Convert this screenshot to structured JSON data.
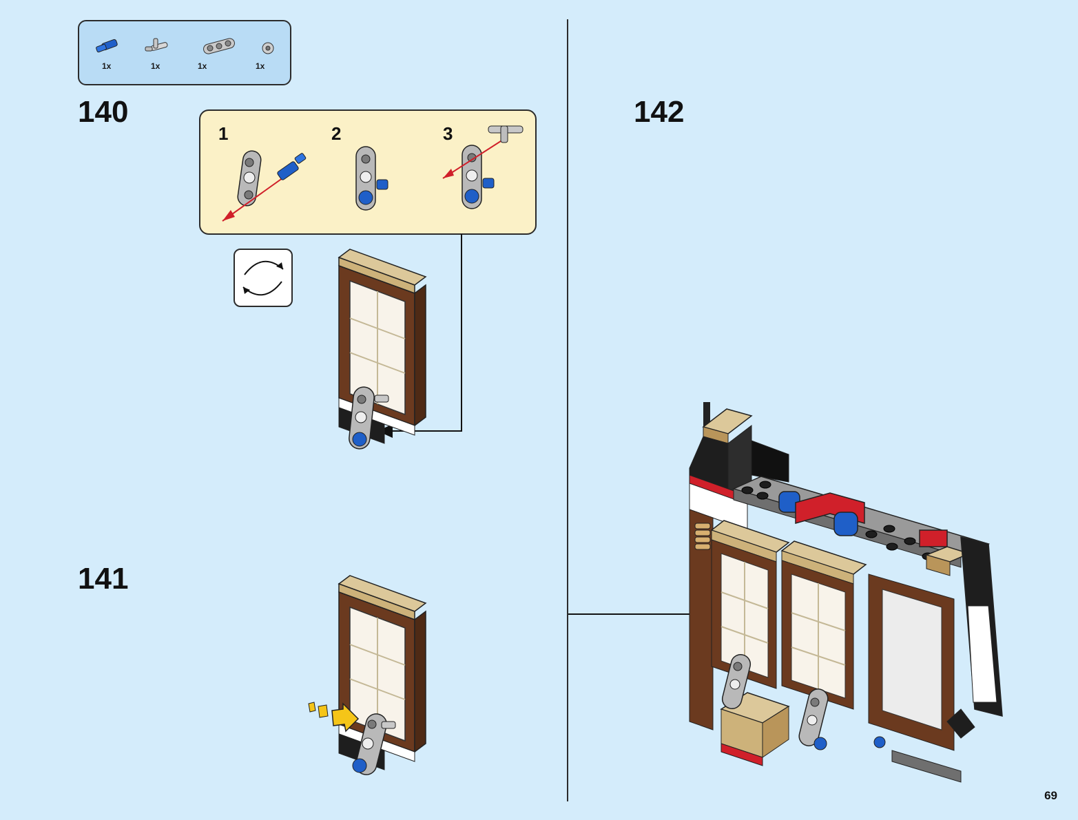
{
  "parts_list": {
    "items": [
      {
        "icon": "blue-axle-pin-icon",
        "qty": "1x"
      },
      {
        "icon": "grey-t-pin-icon",
        "qty": "1x"
      },
      {
        "icon": "grey-technic-beam-icon",
        "qty": "1x"
      },
      {
        "icon": "grey-bush-icon",
        "qty": "1x"
      }
    ]
  },
  "steps": {
    "step140": {
      "number": "140"
    },
    "step141": {
      "number": "141"
    },
    "step142": {
      "number": "142"
    }
  },
  "subassembly": {
    "sub1": "1",
    "sub2": "2",
    "sub3": "3"
  },
  "page": {
    "number": "69"
  },
  "colors": {
    "background": "#d4ecfb",
    "callout": "#fbf1c7",
    "frame_brown": "#6b3a1f",
    "tan": "#dcc89a",
    "technic_grey": "#a9a9a9",
    "blue": "#1f5fc8",
    "red": "#d0202a",
    "arrow_yellow": "#f5c518"
  }
}
